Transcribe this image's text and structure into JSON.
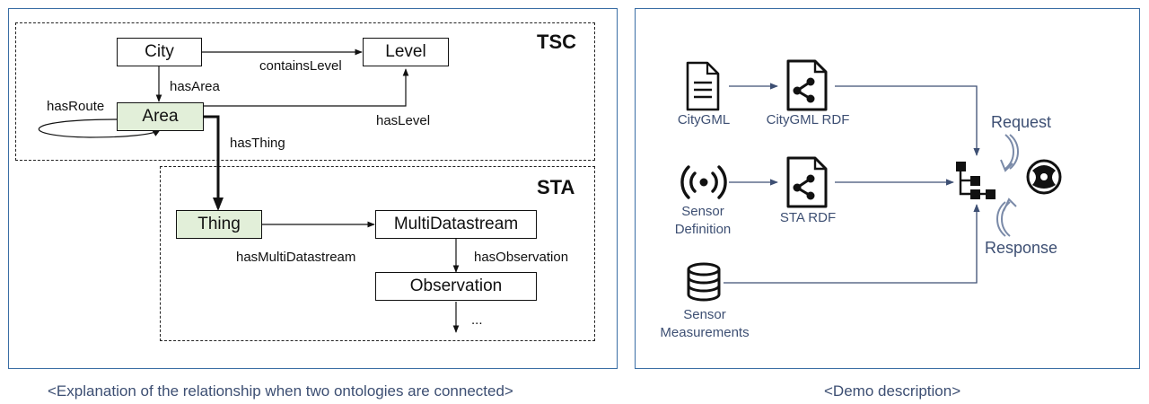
{
  "left_panel": {
    "tsc_title": "TSC",
    "sta_title": "STA",
    "nodes": {
      "city": "City",
      "level": "Level",
      "area": "Area",
      "thing": "Thing",
      "multidatastream": "MultiDatastream",
      "observation": "Observation"
    },
    "edges": {
      "contains_level": "containsLevel",
      "has_area": "hasArea",
      "has_route": "hasRoute",
      "has_level": "hasLevel",
      "has_thing": "hasThing",
      "has_multi_datastream": "hasMultiDatastream",
      "has_observation": "hasObservation",
      "ellipsis": "..."
    },
    "caption": "<Explanation of the relationship when two ontologies are connected>"
  },
  "right_panel": {
    "citygml": "CityGML",
    "citygml_rdf": "CityGML RDF",
    "sensor_definition": [
      "Sensor",
      "Definition"
    ],
    "sta_rdf": "STA RDF",
    "sensor_measurements": [
      "Sensor",
      "Measurements"
    ],
    "request": "Request",
    "response": "Response",
    "caption": "<Demo description>"
  },
  "colors": {
    "panel_border": "#3a6ea5",
    "green_node": "#e2efd9",
    "connector": "#3d4f73"
  }
}
